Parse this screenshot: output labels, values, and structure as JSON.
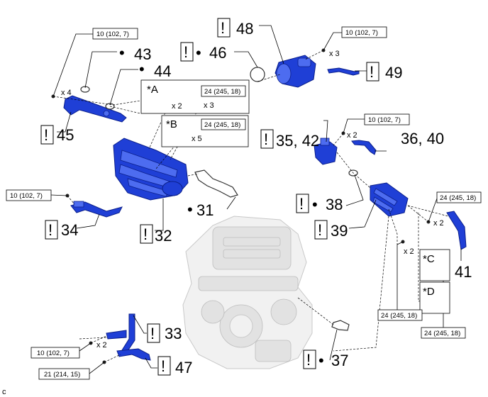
{
  "warn_symbol": "!",
  "bullet": "•",
  "part_numbers": {
    "p31": "31",
    "p32": "32",
    "p33": "33",
    "p34": "34",
    "p35_42": "35, 42",
    "p36_40": "36, 40",
    "p37": "37",
    "p38": "38",
    "p39": "39",
    "p41": "41",
    "p43": "43",
    "p44": "44",
    "p45": "45",
    "p46": "46",
    "p47": "47",
    "p48": "48",
    "p49": "49"
  },
  "torques": {
    "t_top_left": "10 (102, 7)",
    "t_top_right": "10 (102, 7)",
    "t_left_mid": "10 (102, 7)",
    "t_right_mid": "10 (102, 7)",
    "t_box_a": "24 (245, 18)",
    "t_box_b": "24 (245, 18)",
    "t_right_upper": "24 (245, 18)",
    "t_bottom_mid": "24 (245, 18)",
    "t_bottom_right": "24 (245, 18)",
    "t_bottom_left_a": "10 (102, 7)",
    "t_bottom_left_b": "21 (214, 15)"
  },
  "qty": {
    "x4": "x 4",
    "x3_top": "x 3",
    "x2_a": "x 2",
    "x3_a": "x 3",
    "x5_b": "x 5",
    "x2_mid": "x 2",
    "x2_right": "x 2",
    "x2_bottom": "x 2",
    "x2_bottom_left": "x 2"
  },
  "refs": {
    "a": "*A",
    "b": "*B",
    "c": "*C",
    "d": "*D"
  },
  "corner_code": "c"
}
